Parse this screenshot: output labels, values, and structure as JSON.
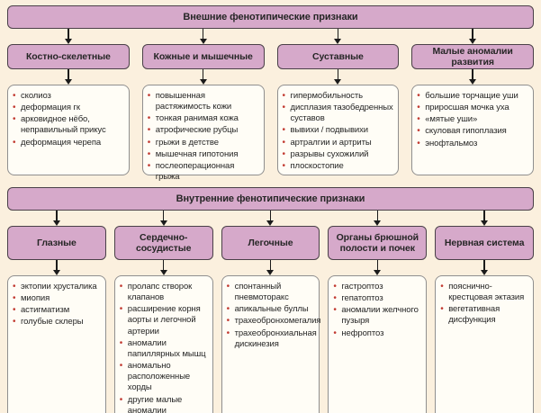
{
  "palette": {
    "background": "#fbf0de",
    "box_fill": "#d6a9ca",
    "box_border": "#4a4048",
    "list_fill": "#fffdf6",
    "list_border": "#8f8f8f",
    "bullet": "#c23a31",
    "arrow": "#1b1b1b",
    "text": "#262626"
  },
  "sections": [
    {
      "header": "Внешние фенотипические признаки",
      "columns": [
        {
          "title": "Костно-скелетные",
          "items": [
            "сколиоз",
            "деформация гк",
            "арковидное нёбо, неправильный прикус",
            "деформация черепа"
          ]
        },
        {
          "title": "Кожные и мышечные",
          "items": [
            "повышенная растяжимость кожи",
            "тонкая ранимая кожа",
            "атрофические рубцы",
            "грыжи в детстве",
            "мышечная гипотония",
            "послеоперационная грыжа"
          ]
        },
        {
          "title": "Суставные",
          "items": [
            "гипермобильность",
            "дисплазия тазобедренных суставов",
            "вывихи / подвывихи",
            "артралгии и артриты",
            "разрывы сухожилий",
            "плоскостопие"
          ]
        },
        {
          "title": "Малые аномалии развития",
          "items": [
            "большие торчащие уши",
            "приросшая мочка уха",
            "«мятые уши»",
            "скуловая гипоплазия",
            "энофтальмоз"
          ]
        }
      ]
    },
    {
      "header": "Внутренние фенотипические признаки",
      "columns": [
        {
          "title": "Глазные",
          "items": [
            "эктопии хрусталика",
            "миопия",
            "астигматизм",
            "голубые склеры"
          ]
        },
        {
          "title": "Сердечно-сосудистые",
          "items": [
            "пролапс створок клапанов",
            "расширение корня аорты и легочной артерии",
            "аномалии папиллярных мышц",
            "аномально расположенные хорды",
            "другие малые аномалии"
          ]
        },
        {
          "title": "Легочные",
          "items": [
            "спонтанный пневмоторакс",
            "апикальные буллы",
            "трахеобронхомегалия",
            "трахеобронхиальная дискинезия"
          ]
        },
        {
          "title": "Органы брюшной полости и почек",
          "items": [
            "гастроптоз",
            "гепатоптоз",
            "аномалии желчного пузыря",
            "нефроптоз"
          ]
        },
        {
          "title": "Нервная система",
          "items": [
            "пояснично-крестцовая эктазия",
            "вегетативная дисфункция"
          ]
        }
      ]
    }
  ]
}
